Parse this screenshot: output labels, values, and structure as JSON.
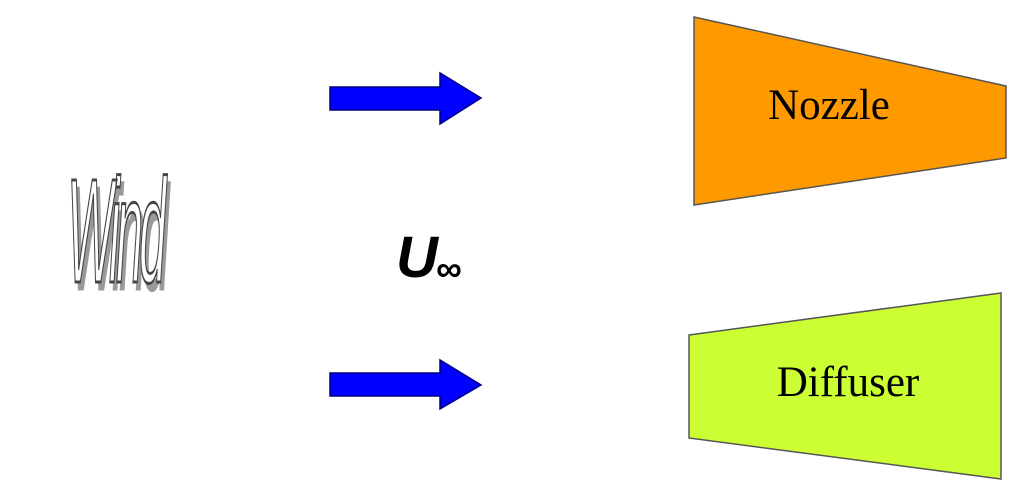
{
  "wind": {
    "text": "Wind"
  },
  "velocity": {
    "symbol": "U",
    "subscript": "∞"
  },
  "nozzle": {
    "label": "Nozzle",
    "fill": "#ff9900"
  },
  "diffuser": {
    "label": "Diffuser",
    "fill": "#ccff33"
  },
  "arrows": {
    "fill": "#0000ff",
    "stroke": "#000080"
  }
}
